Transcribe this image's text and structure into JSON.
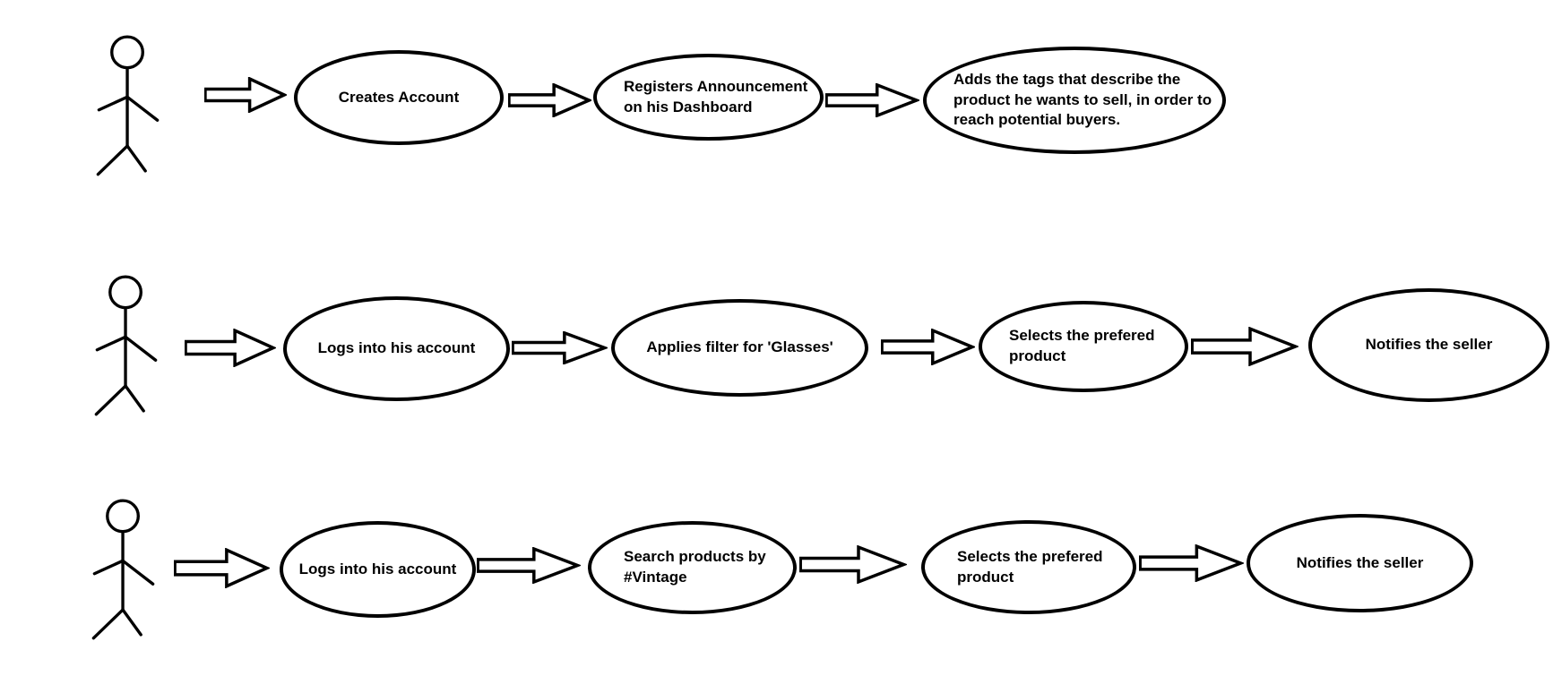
{
  "diagram": {
    "kind": "use-case-flow-diagram",
    "colors": {
      "stroke": "#000000",
      "shape_fill": "#ffffff",
      "text": "#000000",
      "background": "#ffffff"
    },
    "rows": [
      {
        "actor": "stick-figure",
        "steps": [
          {
            "label": "Creates Account"
          },
          {
            "label": "Registers Announcement\non his Dashboard"
          },
          {
            "label": "Adds the tags that describe the\nproduct he wants to sell, in order to\nreach potential buyers."
          }
        ]
      },
      {
        "actor": "stick-figure",
        "steps": [
          {
            "label": "Logs into his account"
          },
          {
            "label": "Applies filter for 'Glasses'"
          },
          {
            "label": "Selects the prefered\nproduct"
          },
          {
            "label": "Notifies the seller"
          }
        ]
      },
      {
        "actor": "stick-figure",
        "steps": [
          {
            "label": "Logs into his account"
          },
          {
            "label": "Search products by\n#Vintage"
          },
          {
            "label": "Selects the prefered\nproduct"
          },
          {
            "label": "Notifies the seller"
          }
        ]
      }
    ]
  }
}
